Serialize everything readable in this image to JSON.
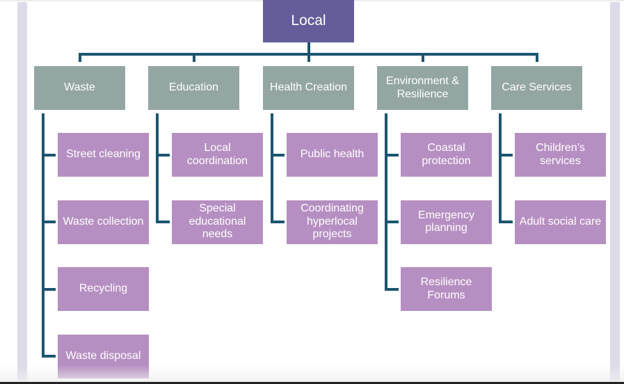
{
  "root": {
    "label": "Local"
  },
  "departments": [
    {
      "label": "Waste",
      "children": [
        "Street cleaning",
        "Waste collection",
        "Recycling",
        "Waste disposal"
      ]
    },
    {
      "label": "Education",
      "children": [
        "Local coordination",
        "Special educational needs"
      ]
    },
    {
      "label": "Health Creation",
      "children": [
        "Public health",
        "Coordinating hyperlocal projects"
      ]
    },
    {
      "label": "Environment & Resilience",
      "children": [
        "Coastal protection",
        "Emergency planning",
        "Resilience Forums"
      ]
    },
    {
      "label": "Care Services",
      "children": [
        "Children’s services",
        "Adult social care"
      ]
    }
  ],
  "colors": {
    "root": "#635e9a",
    "department": "#93a6a3",
    "service": "#b68fc2",
    "connector": "#1c5570"
  }
}
